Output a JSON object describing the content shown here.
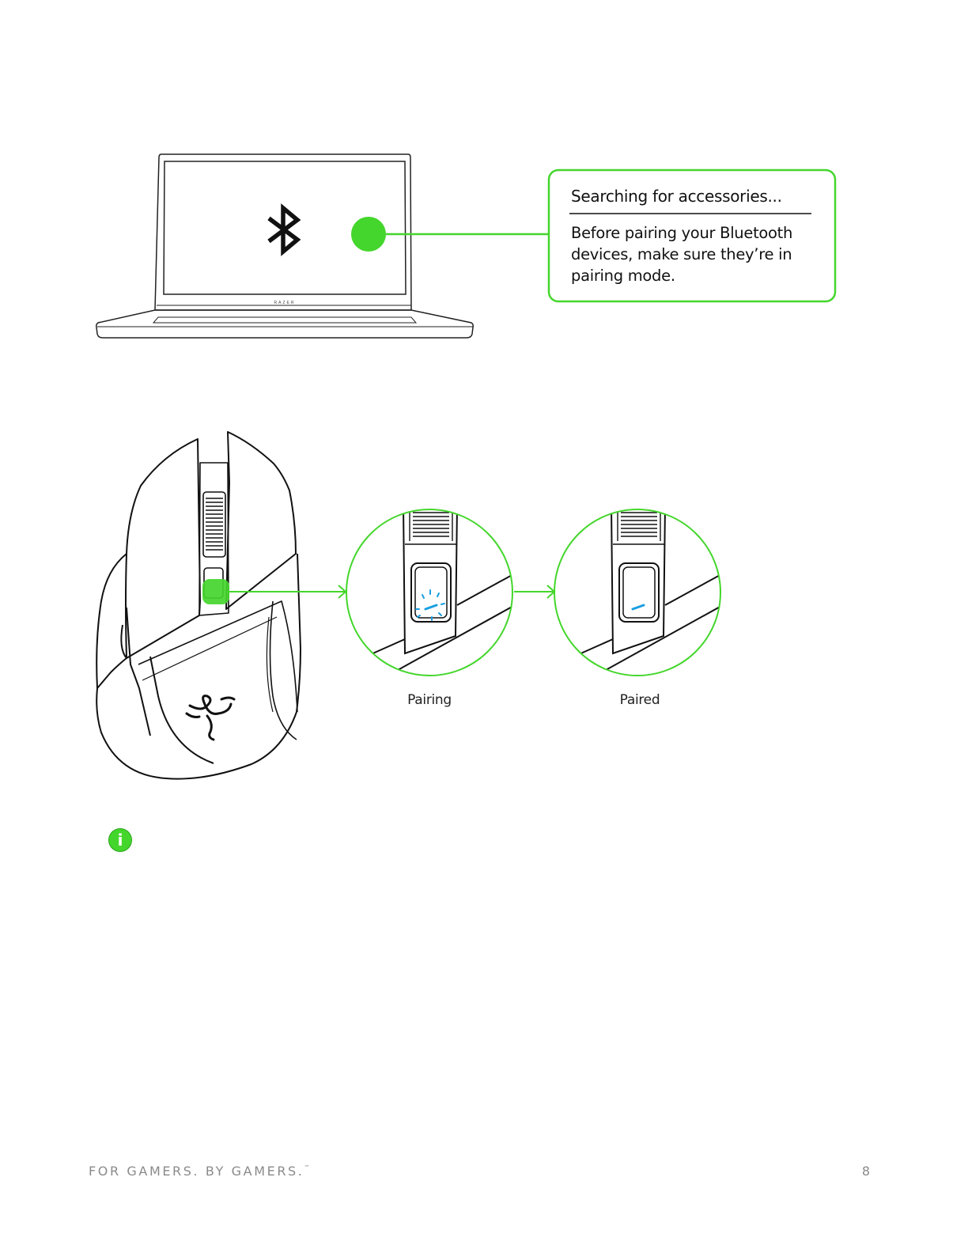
{
  "accent_color": "#44d62c",
  "led_color": "#1a9fe0",
  "callout": {
    "title": "Searching for accessories...",
    "body": "Before pairing your Bluetooth devices, make sure they’re in pairing mode."
  },
  "laptop": {
    "brand": "RAZER",
    "screen_icon": "bluetooth-icon"
  },
  "led_states": {
    "pairing_label": "Pairing",
    "paired_label": "Paired"
  },
  "note": {
    "icon": "info-icon",
    "icon_glyph": "i"
  },
  "footer": {
    "tagline": "FOR GAMERS. BY GAMERS.",
    "trademark": "™",
    "page_number": "8"
  }
}
